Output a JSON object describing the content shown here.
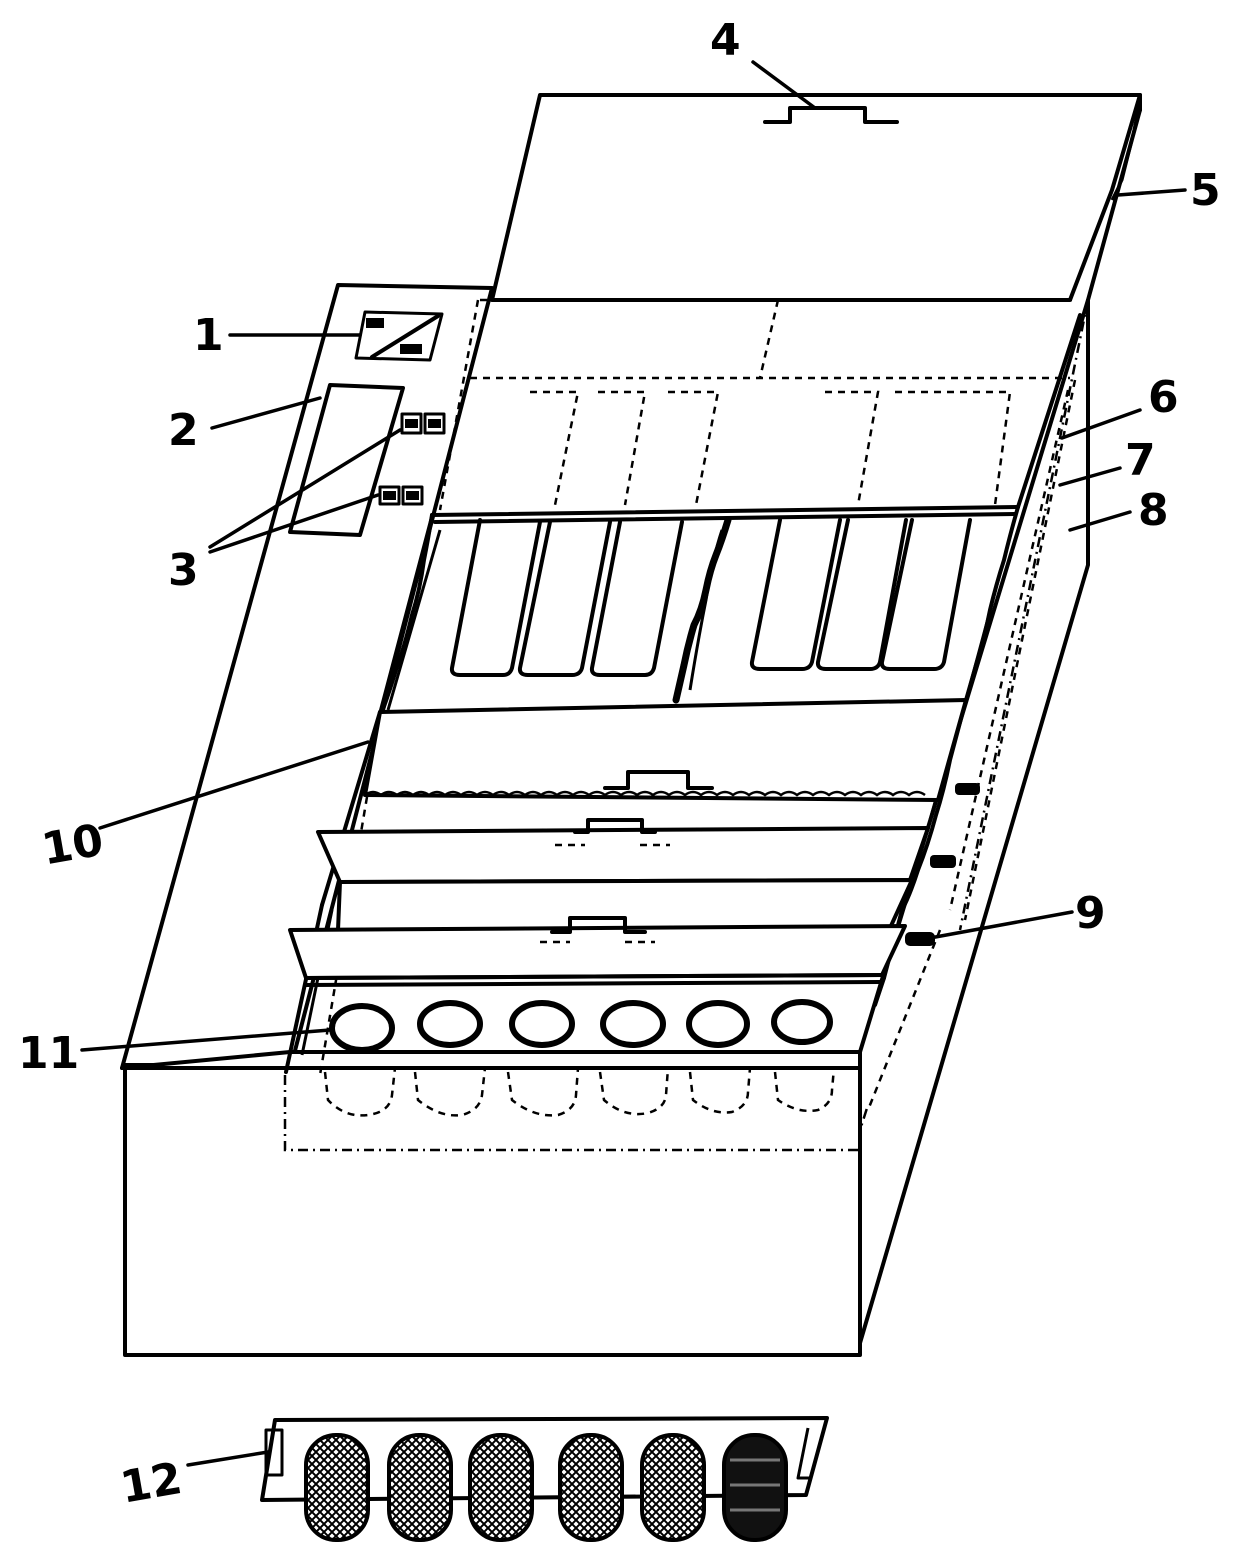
{
  "labels": {
    "l1": "1",
    "l2": "2",
    "l3": "3",
    "l4": "4",
    "l5": "5",
    "l6": "6",
    "l7": "7",
    "l8": "8",
    "l9": "9",
    "l10": "10",
    "l11": "11",
    "l12": "12"
  },
  "icons": {
    "panel_logo": "diagonal-slash-logo-icon",
    "buttons": "square-button-icon",
    "sample_cells": "round-well-icon",
    "filter_caps": "mesh-cylinder-icon"
  }
}
